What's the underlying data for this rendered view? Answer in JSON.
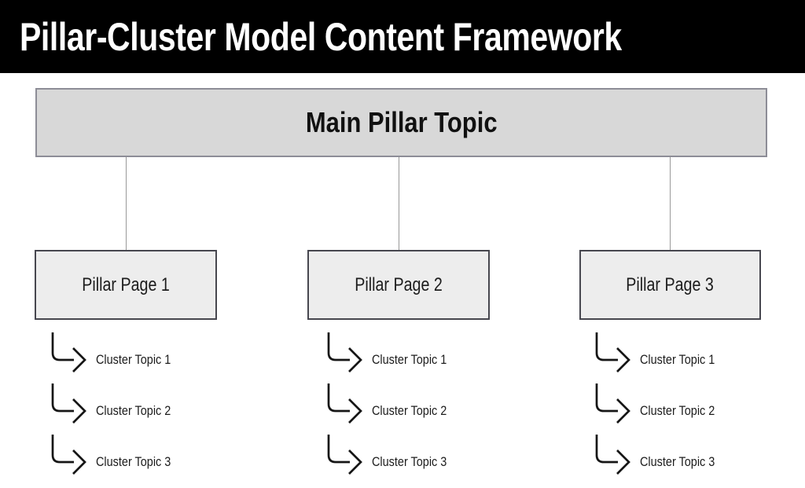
{
  "header": {
    "title": "Pillar-Cluster Model Content Framework"
  },
  "diagram": {
    "main_pillar": {
      "label": "Main Pillar Topic"
    },
    "columns": [
      {
        "pillar": {
          "label": "Pillar Page 1"
        },
        "clusters": [
          {
            "label": "Cluster Topic 1"
          },
          {
            "label": "Cluster Topic 2"
          },
          {
            "label": "Cluster Topic 3"
          }
        ]
      },
      {
        "pillar": {
          "label": "Pillar Page 2"
        },
        "clusters": [
          {
            "label": "Cluster Topic 1"
          },
          {
            "label": "Cluster Topic 2"
          },
          {
            "label": "Cluster Topic 3"
          }
        ]
      },
      {
        "pillar": {
          "label": "Pillar Page 3"
        },
        "clusters": [
          {
            "label": "Cluster Topic 1"
          },
          {
            "label": "Cluster Topic 2"
          },
          {
            "label": "Cluster Topic 3"
          }
        ]
      }
    ]
  },
  "icons": {
    "cluster_arrow": "elbow-arrow-icon"
  },
  "colors": {
    "header_bg": "#000000",
    "header_text": "#ffffff",
    "main_box_fill": "#d8d8d8",
    "main_box_border": "#8d8d97",
    "pillar_box_fill": "#ededed",
    "pillar_box_border": "#47474f",
    "connector": "#999999",
    "arrow": "#161616",
    "label_text": "#1c1c1c"
  }
}
